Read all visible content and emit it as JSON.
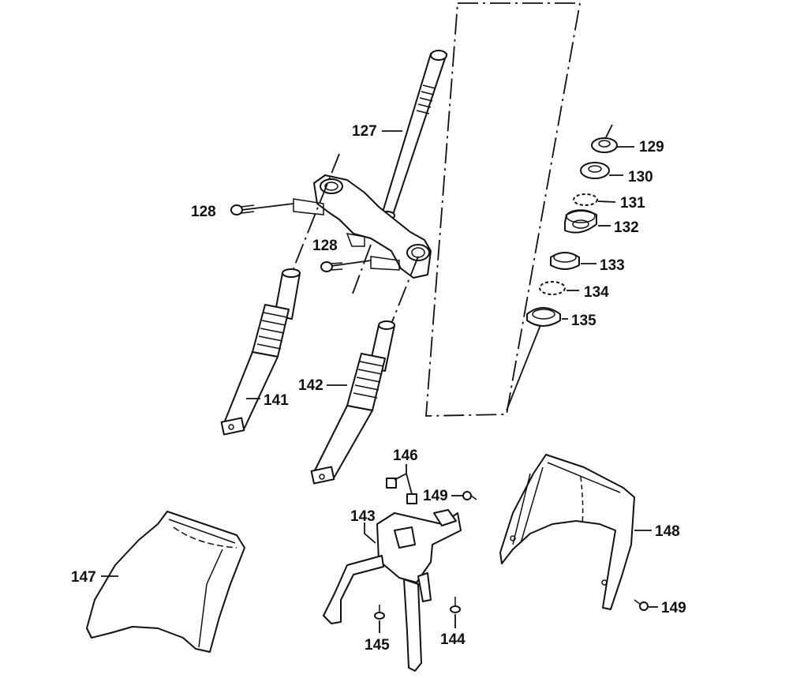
{
  "diagram": {
    "callouts": [
      {
        "id": "127",
        "text": "127"
      },
      {
        "id": "128a",
        "text": "128"
      },
      {
        "id": "128b",
        "text": "128"
      },
      {
        "id": "129",
        "text": "129"
      },
      {
        "id": "130",
        "text": "130"
      },
      {
        "id": "131",
        "text": "131"
      },
      {
        "id": "132",
        "text": "132"
      },
      {
        "id": "133",
        "text": "133"
      },
      {
        "id": "134",
        "text": "134"
      },
      {
        "id": "135",
        "text": "135"
      },
      {
        "id": "141",
        "text": "141"
      },
      {
        "id": "142",
        "text": "142"
      },
      {
        "id": "143",
        "text": "143"
      },
      {
        "id": "144",
        "text": "144"
      },
      {
        "id": "145",
        "text": "145"
      },
      {
        "id": "146",
        "text": "146"
      },
      {
        "id": "147",
        "text": "147"
      },
      {
        "id": "148",
        "text": "148"
      },
      {
        "id": "149a",
        "text": "149"
      },
      {
        "id": "149b",
        "text": "149"
      }
    ]
  }
}
